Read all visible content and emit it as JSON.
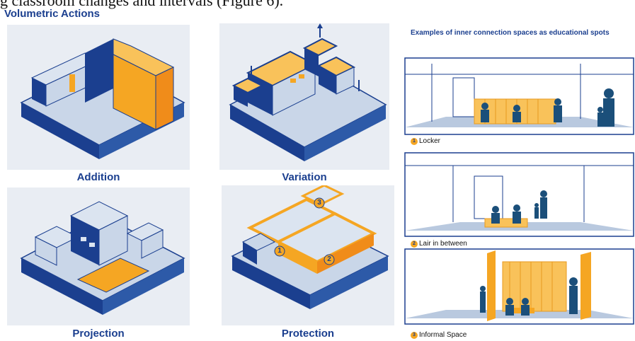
{
  "intro_text": "g classroom changes and intervals (Figure 6).",
  "heading": "Volumetric Actions",
  "actions": [
    {
      "label": "Addition"
    },
    {
      "label": "Variation"
    },
    {
      "label": "Projection"
    },
    {
      "label": "Protection"
    }
  ],
  "protection_markers": [
    "1",
    "2",
    "3"
  ],
  "examples": {
    "title": "Examples of inner connection spaces as educational spots",
    "items": [
      {
        "number": "1",
        "label": "Locker"
      },
      {
        "number": "2",
        "label": "Lair in between"
      },
      {
        "number": "3",
        "label": "Informal Space"
      }
    ]
  },
  "colors": {
    "navy": "#1b3f8f",
    "orange": "#f5a623",
    "light_blue": "#c9d6e8"
  }
}
